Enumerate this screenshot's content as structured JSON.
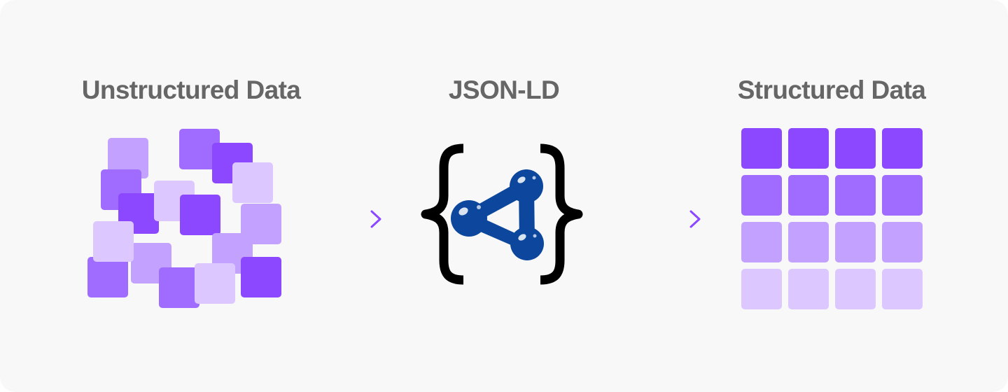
{
  "headings": {
    "unstructured": "Unstructured Data",
    "jsonld": "JSON-LD",
    "structured": "Structured Data"
  },
  "palette": {
    "shade1": "#8c48ff",
    "shade2": "#a06cff",
    "shade3": "#c3a2ff",
    "shade4": "#dcc8ff",
    "logo_blue": "#0c479d",
    "brace": "#000000",
    "heading_text": "#666666"
  },
  "icons": {
    "arrow_left": "arrow-right-icon",
    "arrow_right": "arrow-right-icon",
    "logo": "json-ld-logo-icon"
  },
  "structured_grid": {
    "rows": 4,
    "cols": 4,
    "row_shades": [
      "shade1",
      "shade2",
      "shade3",
      "shade4"
    ]
  }
}
